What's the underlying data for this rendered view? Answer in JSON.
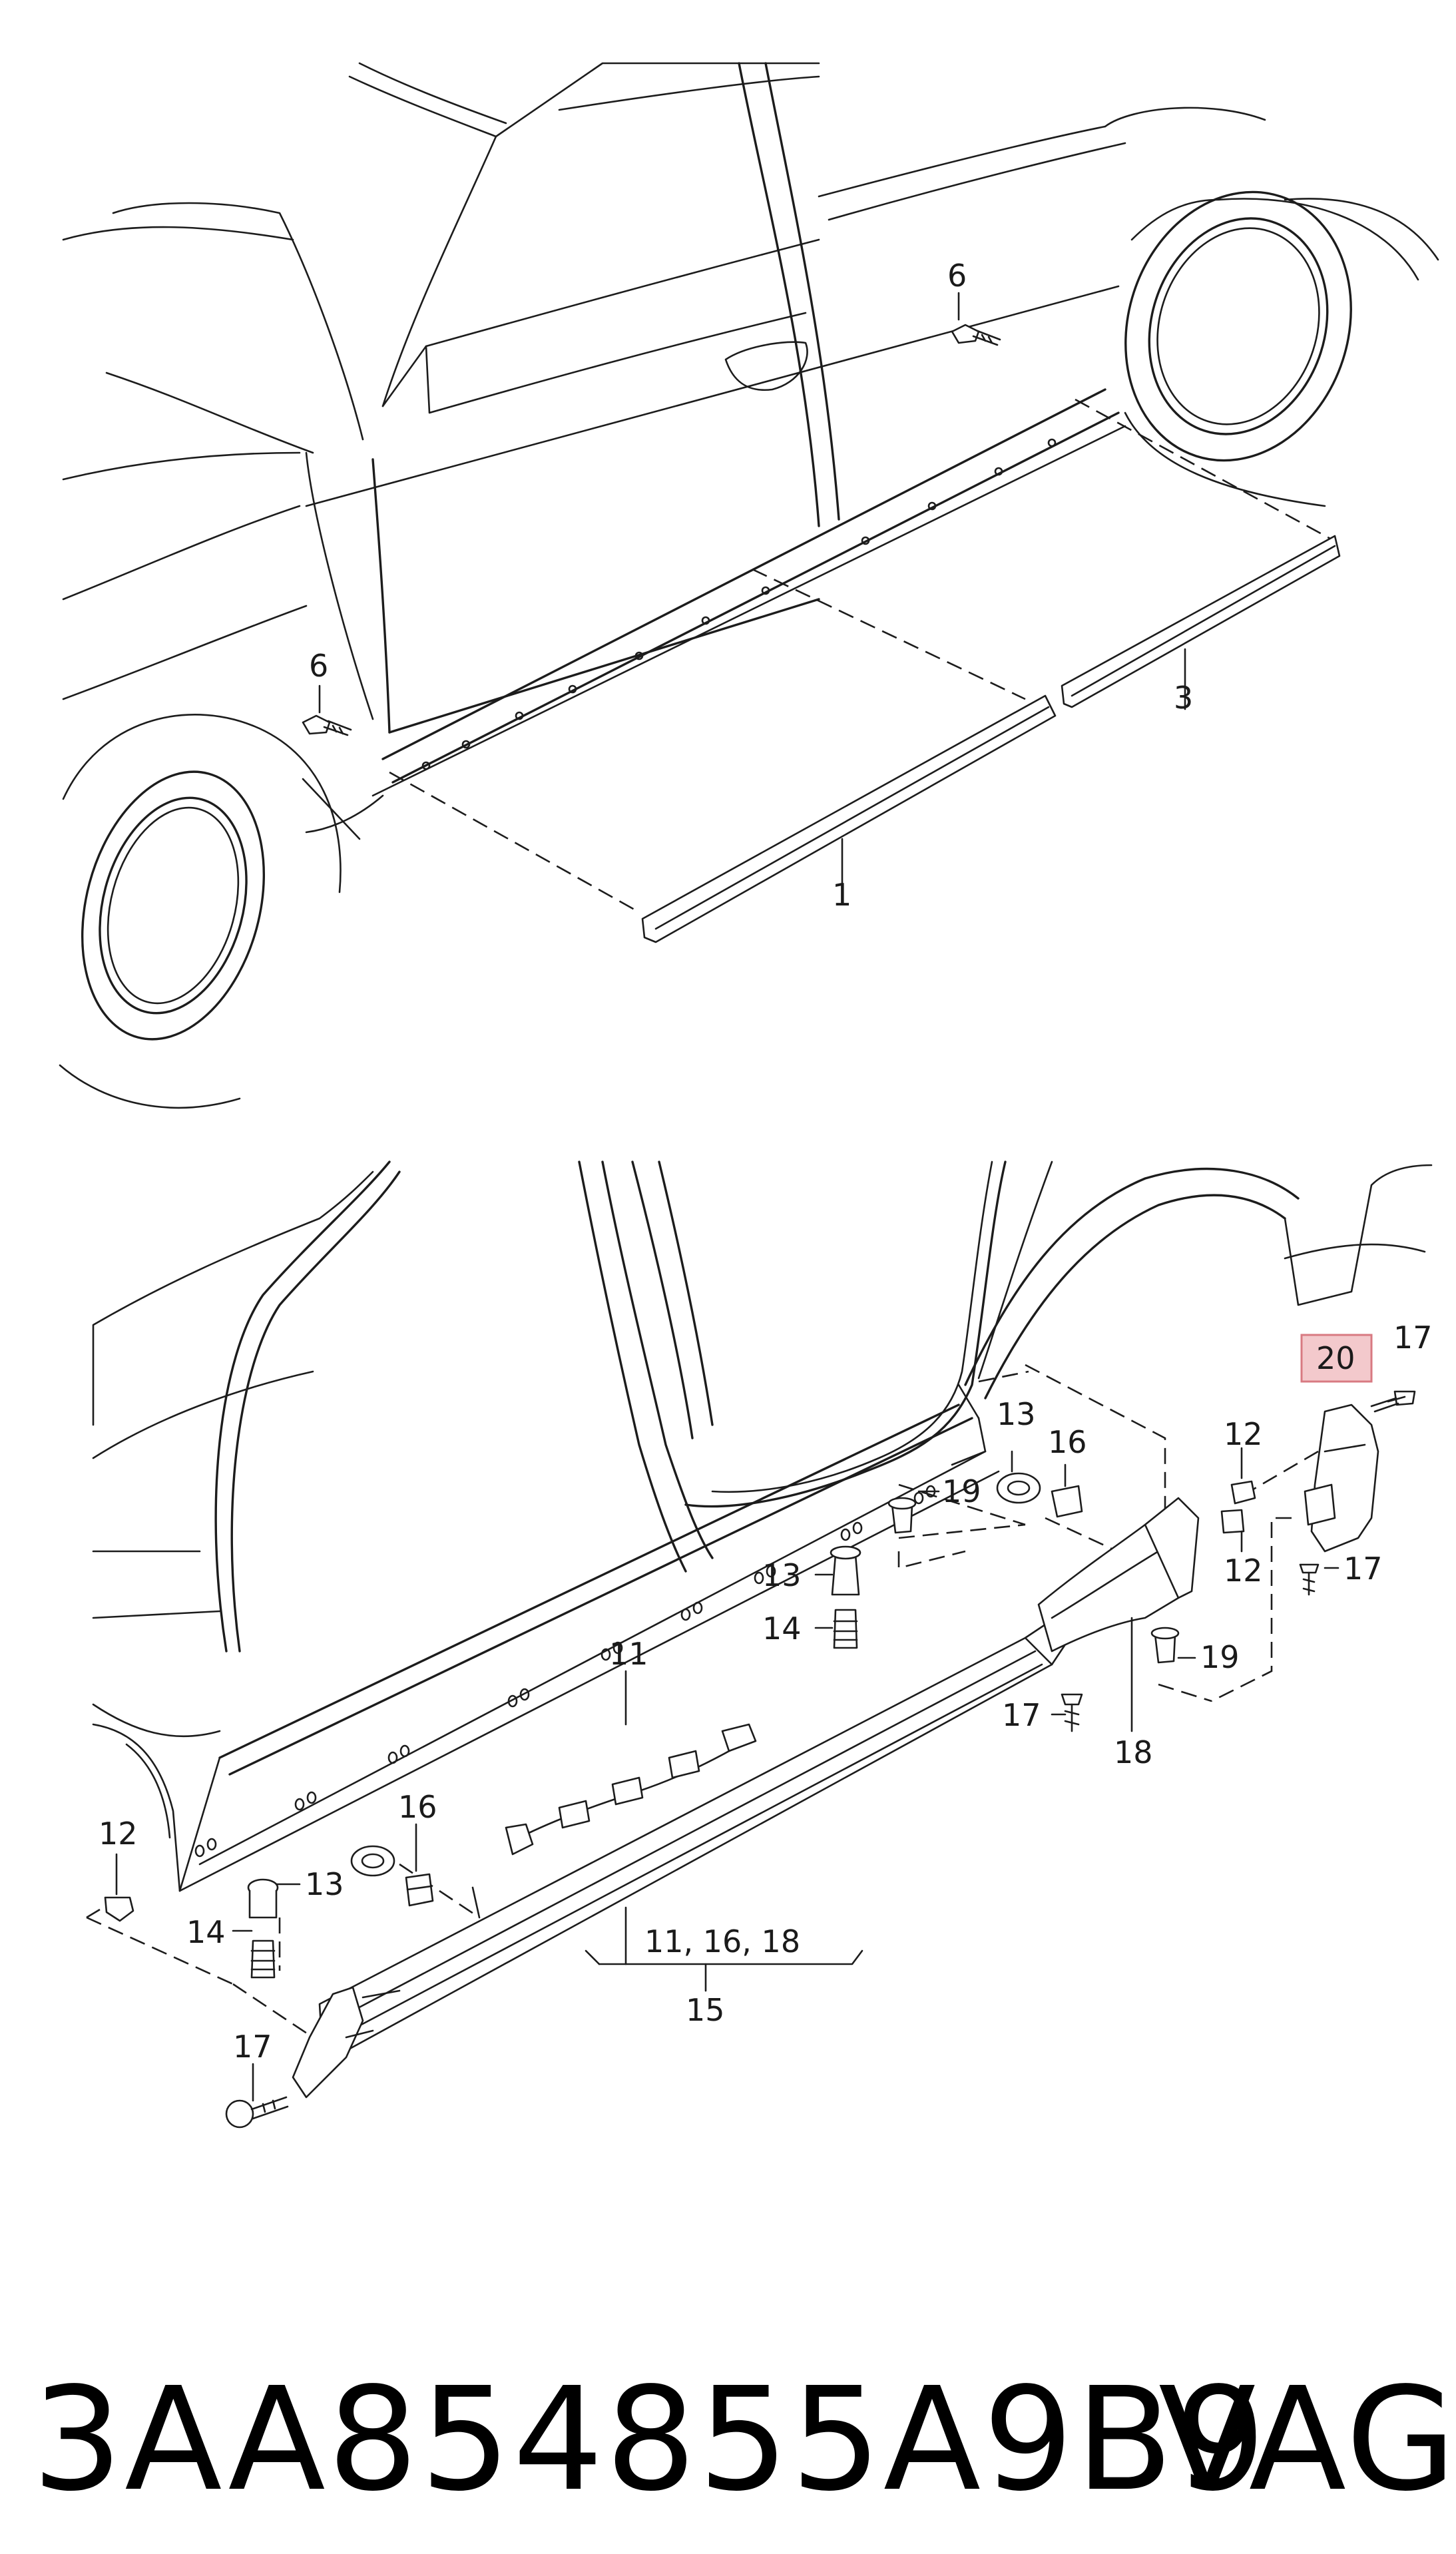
{
  "top_diagram": {
    "callouts": [
      {
        "id": "top-6a",
        "text": "6"
      },
      {
        "id": "top-6b",
        "text": "6"
      },
      {
        "id": "top-3",
        "text": "3"
      },
      {
        "id": "top-1",
        "text": "1"
      }
    ]
  },
  "bottom_diagram": {
    "callouts": [
      {
        "id": "b-20",
        "text": "20",
        "highlighted": true
      },
      {
        "id": "b-17a",
        "text": "17"
      },
      {
        "id": "b-12a",
        "text": "12"
      },
      {
        "id": "b-12b",
        "text": "12"
      },
      {
        "id": "b-17b",
        "text": "17"
      },
      {
        "id": "b-19a",
        "text": "19"
      },
      {
        "id": "b-13a",
        "text": "13"
      },
      {
        "id": "b-16a",
        "text": "16"
      },
      {
        "id": "b-19b",
        "text": "19"
      },
      {
        "id": "b-13b",
        "text": "13"
      },
      {
        "id": "b-14a",
        "text": "14"
      },
      {
        "id": "b-17c",
        "text": "17"
      },
      {
        "id": "b-18",
        "text": "18"
      },
      {
        "id": "b-11",
        "text": "11"
      },
      {
        "id": "b-12c",
        "text": "12"
      },
      {
        "id": "b-13c",
        "text": "13"
      },
      {
        "id": "b-16b",
        "text": "16"
      },
      {
        "id": "b-14b",
        "text": "14"
      },
      {
        "id": "b-group",
        "text": "11, 16, 18"
      },
      {
        "id": "b-15",
        "text": "15"
      },
      {
        "id": "b-17d",
        "text": "17"
      }
    ]
  },
  "footer": {
    "part_number": "3AA854855A9B9",
    "brand": "VAG"
  },
  "colors": {
    "line": "#1c1c1c",
    "highlight_fill": "#f3c9cc",
    "highlight_border": "#d87a82"
  }
}
